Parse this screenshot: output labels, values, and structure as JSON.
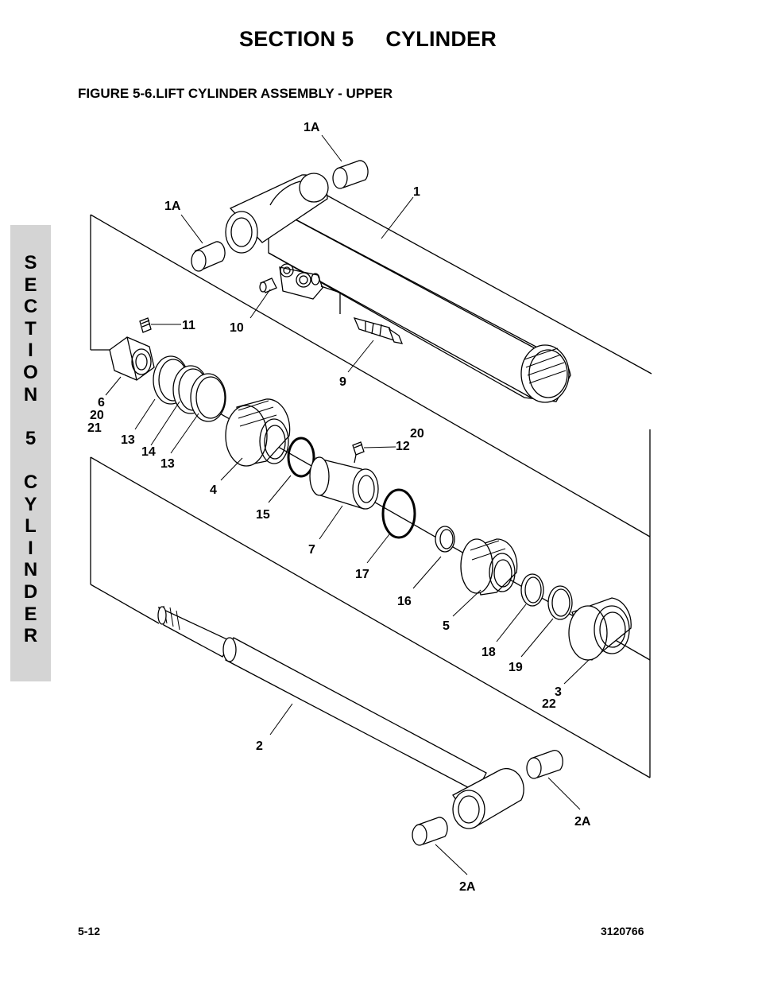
{
  "header": {
    "section": "SECTION 5",
    "title": "CYLINDER",
    "figure_title": "FIGURE 5-6.LIFT CYLINDER ASSEMBLY - UPPER"
  },
  "side_tab": {
    "letters": [
      "S",
      "E",
      "C",
      "T",
      "I",
      "O",
      "N",
      "",
      "5",
      "",
      "C",
      "Y",
      "L",
      "I",
      "N",
      "D",
      "E",
      "R"
    ]
  },
  "callouts": {
    "c1": "1",
    "c1a_top": "1A",
    "c1a_left": "1A",
    "c2": "2",
    "c2a_right": "2A",
    "c2a_bottom": "2A",
    "c3": "3",
    "c22": "22",
    "c4": "4",
    "c5": "5",
    "c6": "6",
    "c20a": "20",
    "c21": "21",
    "c7": "7",
    "c9": "9",
    "c10": "10",
    "c11": "11",
    "c12": "12",
    "c20b": "20",
    "c13a": "13",
    "c14": "14",
    "c13b": "13",
    "c15": "15",
    "c16": "16",
    "c17": "17",
    "c18": "18",
    "c19": "19"
  },
  "footer": {
    "page": "5-12",
    "doc_number": "3120766"
  }
}
